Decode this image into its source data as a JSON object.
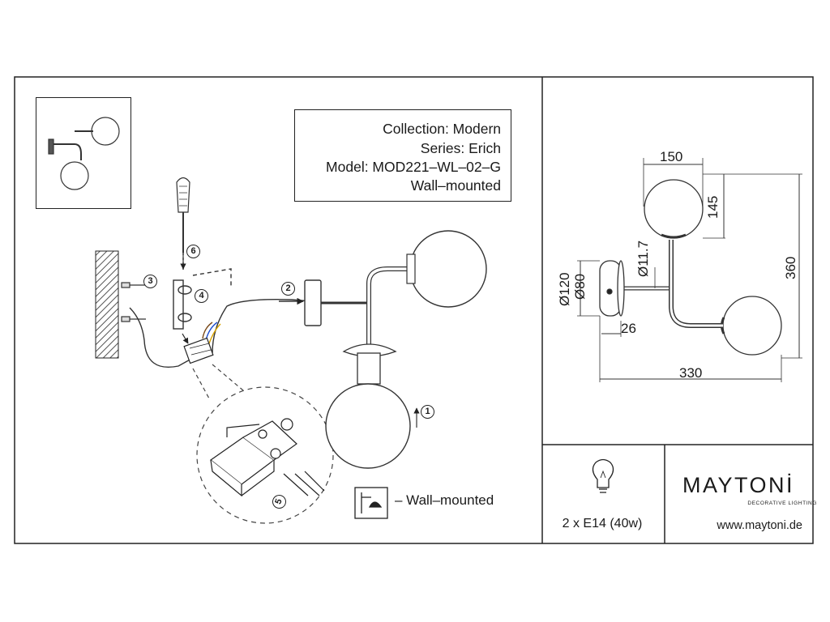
{
  "info": {
    "collection": "Collection: Modern",
    "series": "Series: Erich",
    "model": "Model: MOD221–WL–02–G",
    "mounting": "Wall–mounted"
  },
  "steps": [
    "1",
    "2",
    "3",
    "4",
    "5",
    "6"
  ],
  "legend": {
    "wall_mounted": "– Wall–mounted"
  },
  "dimensions": {
    "width_top": "150",
    "globe_height": "145",
    "total_height": "360",
    "tube_dia": "Ø11.7",
    "base_outer": "Ø120",
    "base_inner": "Ø80",
    "base_depth": "26",
    "total_width": "330"
  },
  "lamp": {
    "spec": "2 x E14 (40w)",
    "icon": "light-bulb-icon"
  },
  "brand": {
    "name": "MAYTONİ",
    "tagline": "DECORATIVE LIGHTING",
    "website": "www.maytoni.de"
  }
}
